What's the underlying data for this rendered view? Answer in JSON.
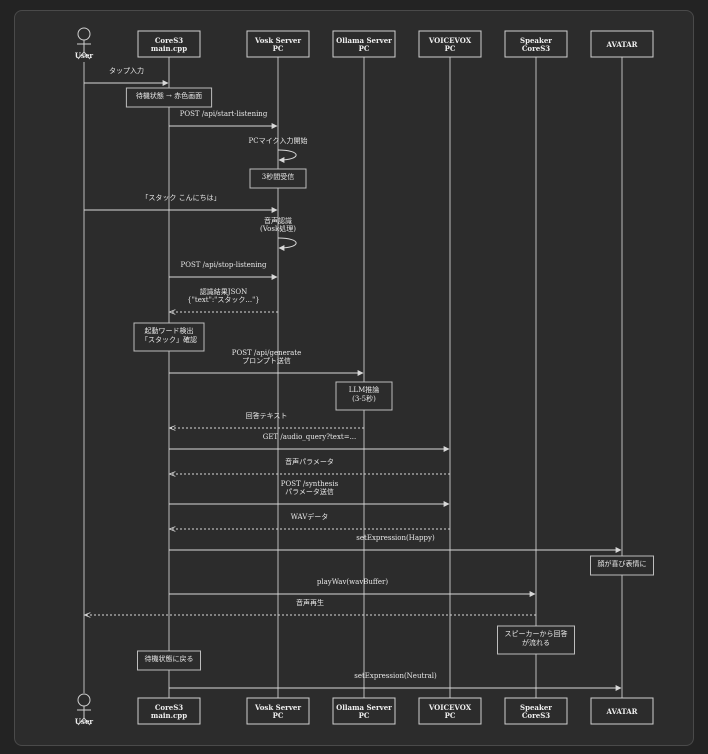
{
  "participants": [
    {
      "id": "user",
      "label": [
        "User"
      ],
      "actor": true
    },
    {
      "id": "core",
      "label": [
        "CoreS3",
        "main.cpp"
      ]
    },
    {
      "id": "vosk",
      "label": [
        "Vosk Server",
        "PC"
      ]
    },
    {
      "id": "ollama",
      "label": [
        "Ollama Server",
        "PC"
      ]
    },
    {
      "id": "voicevox",
      "label": [
        "VOICEVOX",
        "PC"
      ]
    },
    {
      "id": "speaker",
      "label": [
        "Speaker",
        "CoreS3"
      ]
    },
    {
      "id": "avatar",
      "label": [
        "AVATAR"
      ]
    }
  ],
  "steps": [
    {
      "type": "msg",
      "from": "user",
      "to": "core",
      "label": [
        "タップ入力"
      ]
    },
    {
      "type": "note",
      "on": "core",
      "label": [
        "待機状態 → 赤色画面"
      ]
    },
    {
      "type": "msg",
      "from": "core",
      "to": "vosk",
      "label": [
        "POST /api/start-listening"
      ]
    },
    {
      "type": "self",
      "on": "vosk",
      "label": [
        "PCマイク入力開始"
      ]
    },
    {
      "type": "note",
      "on": "vosk",
      "label": [
        "3秒間受信"
      ]
    },
    {
      "type": "msg",
      "from": "user",
      "to": "vosk",
      "label": [
        "「スタック こんにちは」"
      ]
    },
    {
      "type": "self",
      "on": "vosk",
      "label": [
        "音声認識",
        "(Vosk処理)"
      ]
    },
    {
      "type": "msg",
      "from": "core",
      "to": "vosk",
      "label": [
        "POST /api/stop-listening"
      ]
    },
    {
      "type": "ret",
      "from": "vosk",
      "to": "core",
      "label": [
        "認識結果JSON",
        "{\"text\":\"スタック...\"}"
      ]
    },
    {
      "type": "note",
      "on": "core",
      "label": [
        "起動ワード検出",
        "「スタック」確認"
      ]
    },
    {
      "type": "msg",
      "from": "core",
      "to": "ollama",
      "label": [
        "POST /api/generate",
        "プロンプト送信"
      ]
    },
    {
      "type": "note",
      "on": "ollama",
      "label": [
        "LLM推論",
        "(3-5秒)"
      ]
    },
    {
      "type": "ret",
      "from": "ollama",
      "to": "core",
      "label": [
        "回答テキスト"
      ]
    },
    {
      "type": "msg",
      "from": "core",
      "to": "voicevox",
      "label": [
        "GET /audio_query?text=..."
      ]
    },
    {
      "type": "ret",
      "from": "voicevox",
      "to": "core",
      "label": [
        "音声パラメータ"
      ]
    },
    {
      "type": "msg",
      "from": "core",
      "to": "voicevox",
      "label": [
        "POST /synthesis",
        "パラメータ送信"
      ]
    },
    {
      "type": "ret",
      "from": "voicevox",
      "to": "core",
      "label": [
        "WAVデータ"
      ]
    },
    {
      "type": "msg",
      "from": "core",
      "to": "avatar",
      "label": [
        "setExpression(Happy)"
      ]
    },
    {
      "type": "note",
      "on": "avatar",
      "label": [
        "顔が喜び表情に"
      ]
    },
    {
      "type": "msg",
      "from": "core",
      "to": "speaker",
      "label": [
        "playWav(wavBuffer)"
      ]
    },
    {
      "type": "ret",
      "from": "speaker",
      "to": "user",
      "label": [
        "音声再生"
      ]
    },
    {
      "type": "note",
      "on": "speaker",
      "label": [
        "スピーカーから回答",
        "が流れる"
      ]
    },
    {
      "type": "note",
      "on": "core",
      "label": [
        "待機状態に戻る"
      ]
    },
    {
      "type": "msg",
      "from": "core",
      "to": "avatar",
      "label": [
        "setExpression(Neutral)"
      ]
    }
  ]
}
